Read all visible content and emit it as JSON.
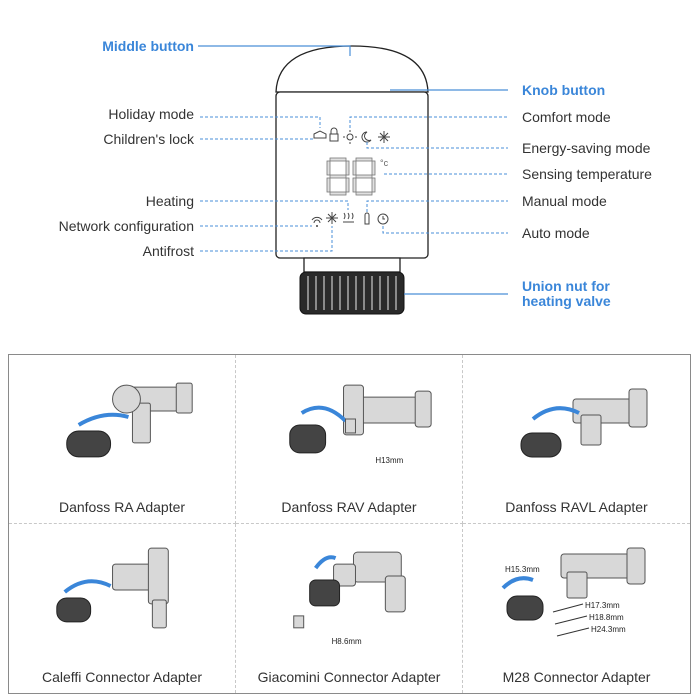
{
  "labels": {
    "middle_button": "Middle button",
    "knob_button": "Knob button",
    "holiday_mode": "Holiday mode",
    "comfort_mode": "Comfort mode",
    "childrens_lock": "Children's lock",
    "energy_saving_mode": "Energy-saving mode",
    "sensing_temperature": "Sensing temperature",
    "heating": "Heating",
    "manual_mode": "Manual mode",
    "network_configuration": "Network configuration",
    "auto_mode": "Auto mode",
    "antifrost": "Antifrost",
    "union_nut_line1": "Union nut for",
    "union_nut_line2": "heating valve"
  },
  "display": {
    "digits": "88",
    "unit": "°c"
  },
  "adapters": [
    {
      "name": "Danfoss RA Adapter",
      "dims": []
    },
    {
      "name": "Danfoss RAV Adapter",
      "dims": [
        "H13mm"
      ]
    },
    {
      "name": "Danfoss RAVL Adapter",
      "dims": []
    },
    {
      "name": "Caleffi Connector Adapter",
      "dims": []
    },
    {
      "name": "Giacomini Connector Adapter",
      "dims": [
        "H8.6mm"
      ]
    },
    {
      "name": "M28 Connector Adapter",
      "dims": [
        "H15.3mm",
        "H17.3mm",
        "H18.8mm",
        "H24.3mm"
      ]
    }
  ],
  "colors": {
    "accent": "#3a86d9",
    "text": "#333333"
  }
}
